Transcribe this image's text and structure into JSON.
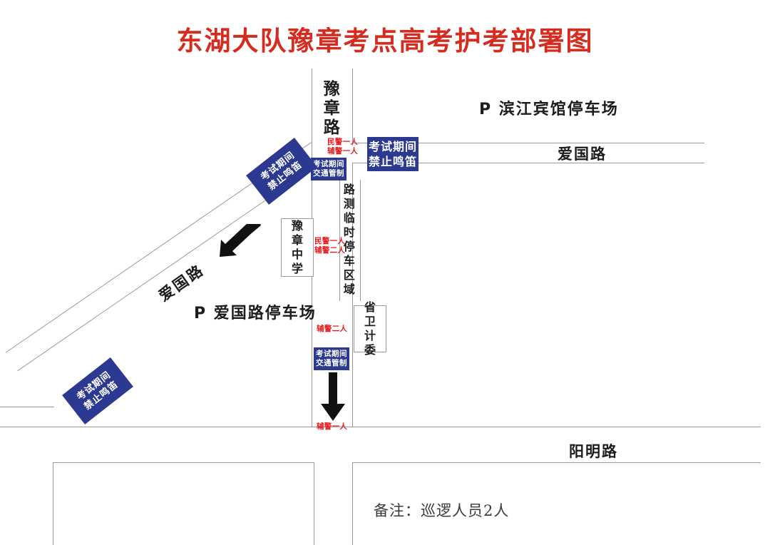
{
  "title": "东湖大队豫章考点高考护考部署图",
  "colors": {
    "title_red": "#d62b1f",
    "sign_blue": "#2b3990",
    "note_red": "#e8191c",
    "line_gray": "#9a9a9a",
    "text_black": "#1c1c1c"
  },
  "roads": {
    "yuzhang_lu": "豫章路",
    "aiguo_lu_top": "爱国路",
    "aiguo_lu_diagonal": "爱国路",
    "yangming_lu": "阳明路"
  },
  "parking": {
    "binjiang": "P 滨江宾馆停车场",
    "aiguo": "P 爱国路停车场"
  },
  "places": {
    "yuzhang_zhongxue": "豫章中学",
    "sheng_weijiwei": "省卫计委",
    "temp_parking_zone": "路测临时停车区域"
  },
  "signs": {
    "no_horn": {
      "line1": "考试期间",
      "line2": "禁止鸣笛"
    },
    "traffic_control": {
      "line1": "考试期间",
      "line2": "交通管制"
    }
  },
  "staffing": {
    "north_post": {
      "line1": "民警一人",
      "line2": "辅警一人"
    },
    "middle_post": {
      "line1": "民警一人",
      "line2": "辅警二人"
    },
    "south_post": {
      "line1": "辅警二人"
    },
    "arrow_post": {
      "line1": "辅警一人"
    }
  },
  "footer": {
    "note": "备注：巡逻人员2人"
  }
}
